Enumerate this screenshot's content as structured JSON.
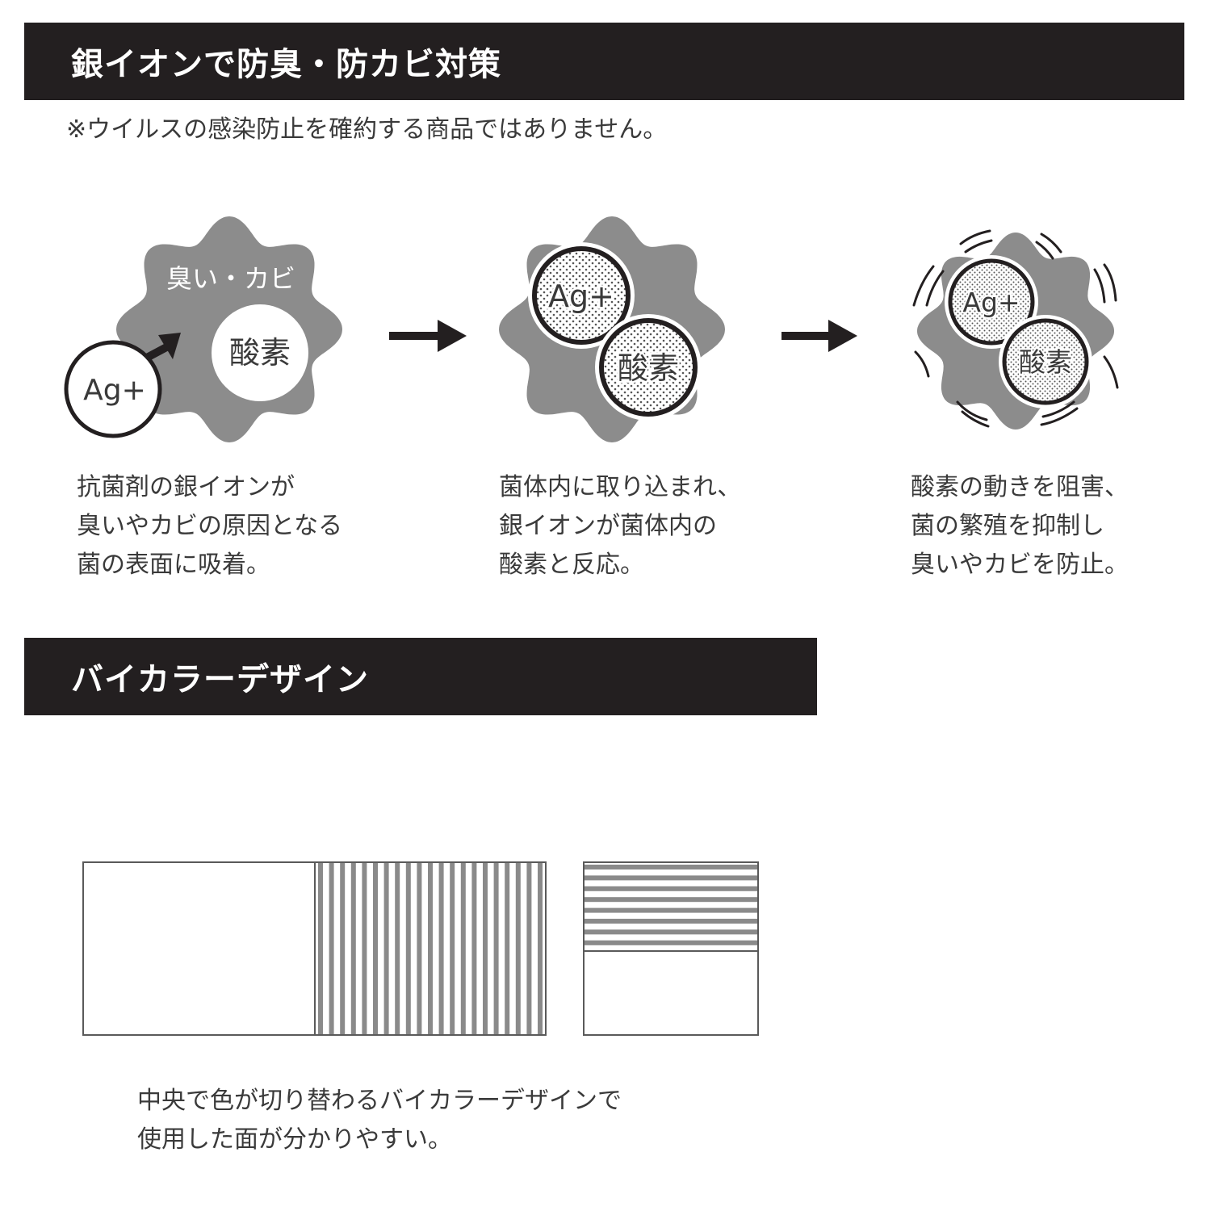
{
  "section1": {
    "title": "銀イオンで防臭・防カビ対策",
    "note": "※ウイルスの感染防止を確約する商品ではありません。"
  },
  "steps": [
    {
      "labels": {
        "bacteria": "臭い・カビ",
        "oxygen": "酸素",
        "silver": "Ag+"
      },
      "description": [
        "抗菌剤の銀イオンが",
        "臭いやカビの原因となる",
        "菌の表面に吸着。"
      ]
    },
    {
      "labels": {
        "silver": "Ag+",
        "oxygen": "酸素"
      },
      "description": [
        "菌体内に取り込まれ、",
        "銀イオンが菌体内の",
        "酸素と反応。"
      ]
    },
    {
      "labels": {
        "silver": "Ag+",
        "oxygen": "酸素"
      },
      "description": [
        "酸素の動きを阻害、",
        "菌の繁殖を抑制し",
        "臭いやカビを防止。"
      ]
    }
  ],
  "section2": {
    "title": "バイカラーデザイン",
    "description": [
      "中央で色が切り替わるバイカラーデザインで",
      "使用した面が分かりやすい。"
    ]
  },
  "colors": {
    "bar": "#231f20",
    "bacteria": "#8c8c8c",
    "text": "#3a3a3a",
    "stripe": "#8a8a8a"
  }
}
